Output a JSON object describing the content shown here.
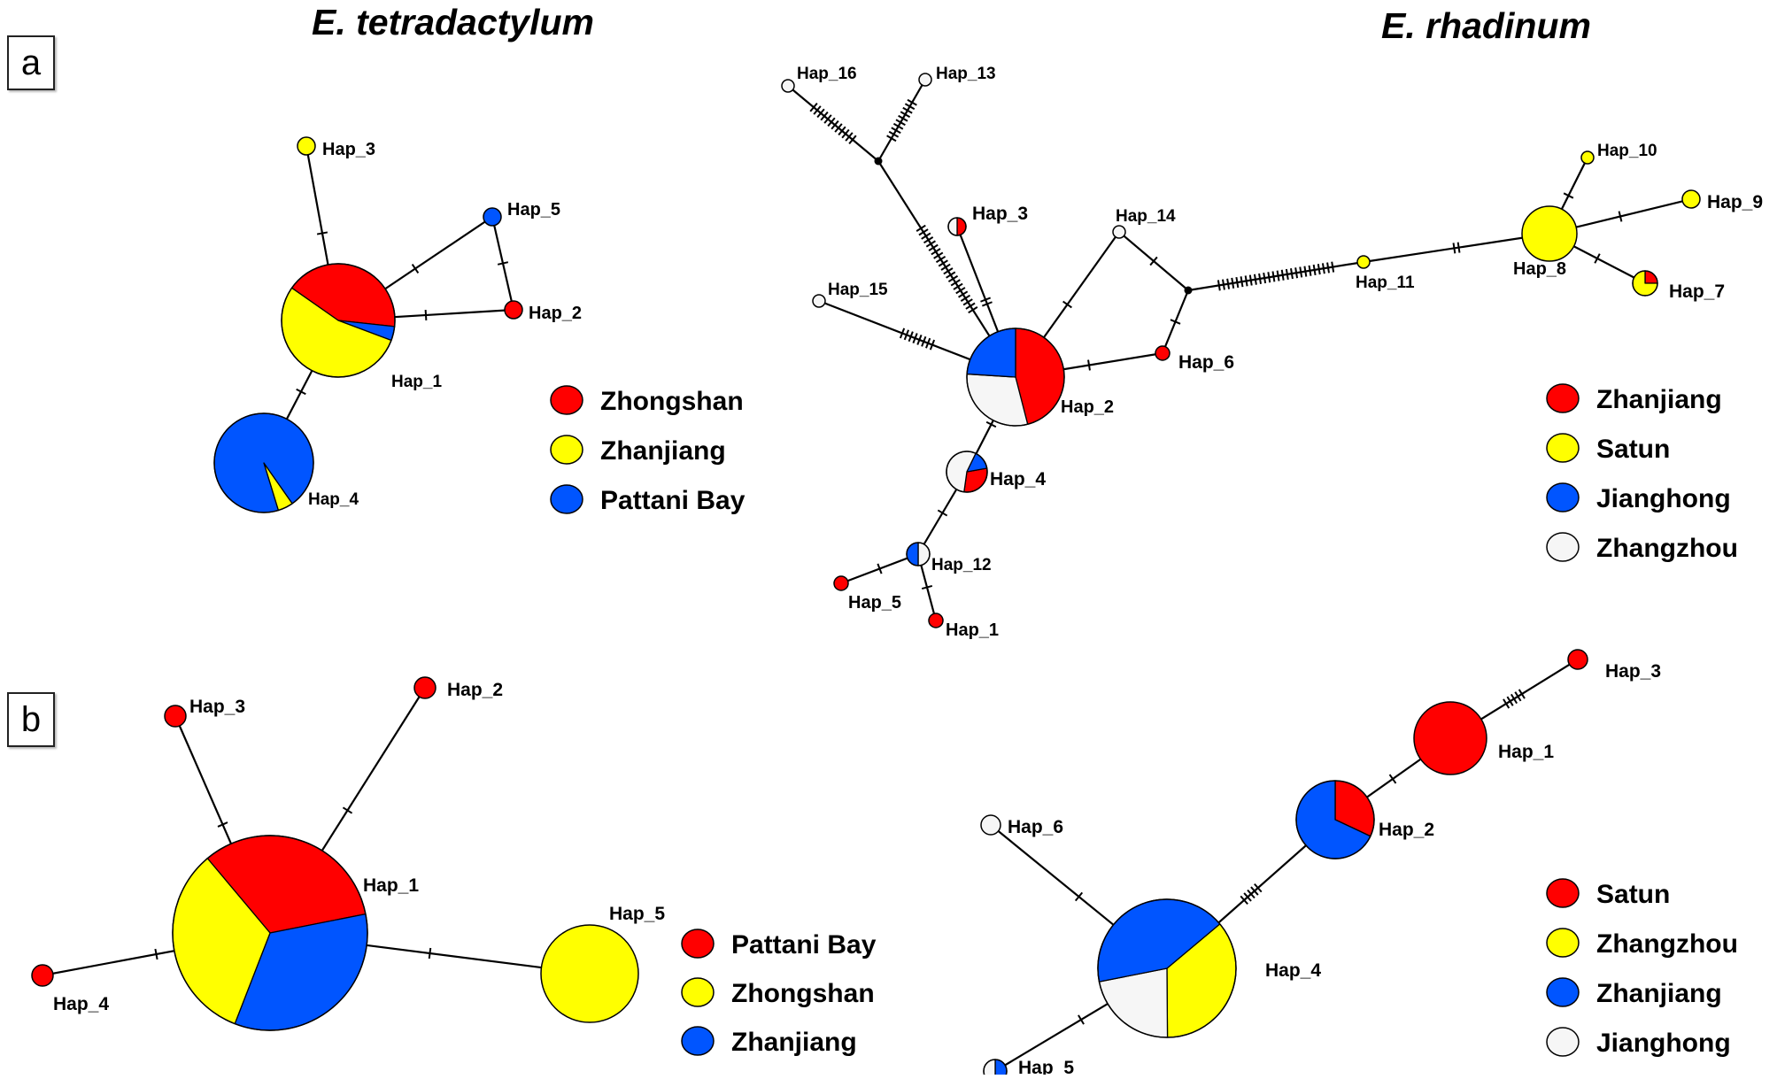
{
  "colors": {
    "red": "#ff0000",
    "yellow": "#ffff00",
    "blue": "#0055ff",
    "white": "#f6f6f6",
    "stroke": "#000000"
  },
  "panels": {
    "a": "a",
    "b": "b"
  },
  "species": {
    "left": "E. tetradactylum",
    "right": "E. rhadinum"
  },
  "networks": {
    "a_left": {
      "nodes": [
        {
          "id": "Hap_1",
          "label": "Hap_1",
          "segments": [
            [
              "red",
              0.42
            ],
            [
              "blue",
              0.04
            ],
            [
              "yellow",
              0.54
            ]
          ]
        },
        {
          "id": "Hap_2",
          "label": "Hap_2",
          "segments": [
            [
              "red",
              1
            ]
          ]
        },
        {
          "id": "Hap_3",
          "label": "Hap_3",
          "segments": [
            [
              "yellow",
              1
            ]
          ]
        },
        {
          "id": "Hap_4",
          "label": "Hap_4",
          "segments": [
            [
              "yellow",
              0.05
            ],
            [
              "blue",
              0.95
            ]
          ]
        },
        {
          "id": "Hap_5",
          "label": "Hap_5",
          "segments": [
            [
              "blue",
              1
            ]
          ]
        }
      ],
      "edges": [
        [
          "Hap_1",
          "Hap_3",
          1
        ],
        [
          "Hap_1",
          "Hap_5",
          1
        ],
        [
          "Hap_1",
          "Hap_2",
          1
        ],
        [
          "Hap_5",
          "Hap_2",
          1
        ],
        [
          "Hap_1",
          "Hap_4",
          1
        ]
      ],
      "legend": [
        {
          "label": "Zhongshan",
          "color": "red"
        },
        {
          "label": "Zhanjiang",
          "color": "yellow"
        },
        {
          "label": "Pattani Bay",
          "color": "blue"
        }
      ]
    },
    "a_right": {
      "nodes": [
        {
          "id": "Hap_16",
          "label": "Hap_16",
          "segments": [
            [
              "white",
              1
            ]
          ]
        },
        {
          "id": "Hap_13",
          "label": "Hap_13",
          "segments": [
            [
              "white",
              1
            ]
          ]
        },
        {
          "id": "Hap_3",
          "label": "Hap_3",
          "segments": [
            [
              "red",
              0.5
            ],
            [
              "white",
              0.5
            ]
          ]
        },
        {
          "id": "Hap_14",
          "label": "Hap_14",
          "segments": [
            [
              "white",
              1
            ]
          ]
        },
        {
          "id": "Hap_15",
          "label": "Hap_15",
          "segments": [
            [
              "white",
              1
            ]
          ]
        },
        {
          "id": "Hap_2",
          "label": "Hap_2",
          "segments": [
            [
              "red",
              0.46
            ],
            [
              "white",
              0.3
            ],
            [
              "blue",
              0.24
            ]
          ]
        },
        {
          "id": "Hap_6",
          "label": "Hap_6",
          "segments": [
            [
              "red",
              1
            ]
          ]
        },
        {
          "id": "Hap_4",
          "label": "Hap_4",
          "segments": [
            [
              "red",
              0.3
            ],
            [
              "white",
              0.55
            ],
            [
              "blue",
              0.15
            ]
          ]
        },
        {
          "id": "Hap_12",
          "label": "Hap_12",
          "segments": [
            [
              "white",
              0.5
            ],
            [
              "blue",
              0.5
            ]
          ]
        },
        {
          "id": "Hap_5",
          "label": "Hap_5",
          "segments": [
            [
              "red",
              1
            ]
          ]
        },
        {
          "id": "Hap_1",
          "label": "Hap_1",
          "segments": [
            [
              "red",
              1
            ]
          ]
        },
        {
          "id": "Hap_11",
          "label": "Hap_11",
          "segments": [
            [
              "yellow",
              1
            ]
          ]
        },
        {
          "id": "Hap_8",
          "label": "Hap_8",
          "segments": [
            [
              "yellow",
              1
            ]
          ]
        },
        {
          "id": "Hap_10",
          "label": "Hap_10",
          "segments": [
            [
              "yellow",
              1
            ]
          ]
        },
        {
          "id": "Hap_9",
          "label": "Hap_9",
          "segments": [
            [
              "yellow",
              1
            ]
          ]
        },
        {
          "id": "Hap_7",
          "label": "Hap_7",
          "segments": [
            [
              "red",
              0.25
            ],
            [
              "yellow",
              0.75
            ]
          ]
        },
        {
          "id": "mv1",
          "label": "",
          "segments": []
        },
        {
          "id": "mv2",
          "label": "",
          "segments": []
        }
      ],
      "edges": [
        [
          "mv1",
          "Hap_16",
          12
        ],
        [
          "mv1",
          "Hap_13",
          10
        ],
        [
          "mv1",
          "Hap_2",
          22
        ],
        [
          "Hap_3",
          "Hap_2",
          2
        ],
        [
          "Hap_15",
          "Hap_2",
          8
        ],
        [
          "Hap_14",
          "Hap_2",
          1
        ],
        [
          "Hap_14",
          "mv2",
          1
        ],
        [
          "mv2",
          "Hap_6",
          1
        ],
        [
          "Hap_6",
          "Hap_2",
          1
        ],
        [
          "mv2",
          "Hap_11",
          26
        ],
        [
          "Hap_11",
          "Hap_8",
          2
        ],
        [
          "Hap_8",
          "Hap_10",
          1
        ],
        [
          "Hap_8",
          "Hap_9",
          1
        ],
        [
          "Hap_8",
          "Hap_7",
          1
        ],
        [
          "Hap_2",
          "Hap_4",
          1
        ],
        [
          "Hap_4",
          "Hap_12",
          1
        ],
        [
          "Hap_12",
          "Hap_5",
          1
        ],
        [
          "Hap_12",
          "Hap_1",
          1
        ]
      ],
      "legend": [
        {
          "label": "Zhanjiang",
          "color": "red"
        },
        {
          "label": "Satun",
          "color": "yellow"
        },
        {
          "label": "Jianghong",
          "color": "blue"
        },
        {
          "label": "Zhangzhou",
          "color": "white"
        }
      ]
    },
    "b_left": {
      "nodes": [
        {
          "id": "Hap_1",
          "label": "Hap_1",
          "segments": [
            [
              "red",
              0.33
            ],
            [
              "blue",
              0.34
            ],
            [
              "yellow",
              0.33
            ]
          ]
        },
        {
          "id": "Hap_2",
          "label": "Hap_2",
          "segments": [
            [
              "red",
              1
            ]
          ]
        },
        {
          "id": "Hap_3",
          "label": "Hap_3",
          "segments": [
            [
              "red",
              1
            ]
          ]
        },
        {
          "id": "Hap_4",
          "label": "Hap_4",
          "segments": [
            [
              "red",
              1
            ]
          ]
        },
        {
          "id": "Hap_5",
          "label": "Hap_5",
          "segments": [
            [
              "yellow",
              1
            ]
          ]
        }
      ],
      "edges": [
        [
          "Hap_1",
          "Hap_3",
          1
        ],
        [
          "Hap_1",
          "Hap_2",
          1
        ],
        [
          "Hap_1",
          "Hap_4",
          1
        ],
        [
          "Hap_1",
          "Hap_5",
          1
        ]
      ],
      "legend": [
        {
          "label": "Pattani Bay",
          "color": "red"
        },
        {
          "label": "Zhongshan",
          "color": "yellow"
        },
        {
          "label": "Zhanjiang",
          "color": "blue"
        }
      ]
    },
    "b_right": {
      "nodes": [
        {
          "id": "Hap_3",
          "label": "Hap_3",
          "segments": [
            [
              "red",
              1
            ]
          ]
        },
        {
          "id": "Hap_1",
          "label": "Hap_1",
          "segments": [
            [
              "red",
              1
            ]
          ]
        },
        {
          "id": "Hap_2",
          "label": "Hap_2",
          "segments": [
            [
              "red",
              0.32
            ],
            [
              "blue",
              0.68
            ]
          ]
        },
        {
          "id": "Hap_4",
          "label": "Hap_4",
          "segments": [
            [
              "yellow",
              0.36
            ],
            [
              "white",
              0.22
            ],
            [
              "blue",
              0.42
            ]
          ]
        },
        {
          "id": "Hap_6",
          "label": "Hap_6",
          "segments": [
            [
              "white",
              1
            ]
          ]
        },
        {
          "id": "Hap_5",
          "label": "Hap_5",
          "segments": [
            [
              "blue",
              0.5
            ],
            [
              "white",
              0.5
            ]
          ]
        }
      ],
      "edges": [
        [
          "Hap_1",
          "Hap_3",
          5
        ],
        [
          "Hap_1",
          "Hap_2",
          1
        ],
        [
          "Hap_2",
          "Hap_4",
          5
        ],
        [
          "Hap_4",
          "Hap_6",
          1
        ],
        [
          "Hap_4",
          "Hap_5",
          1
        ]
      ],
      "legend": [
        {
          "label": "Satun",
          "color": "red"
        },
        {
          "label": "Zhangzhou",
          "color": "yellow"
        },
        {
          "label": "Zhanjiang",
          "color": "blue"
        },
        {
          "label": "Jianghong",
          "color": "white"
        }
      ]
    }
  }
}
